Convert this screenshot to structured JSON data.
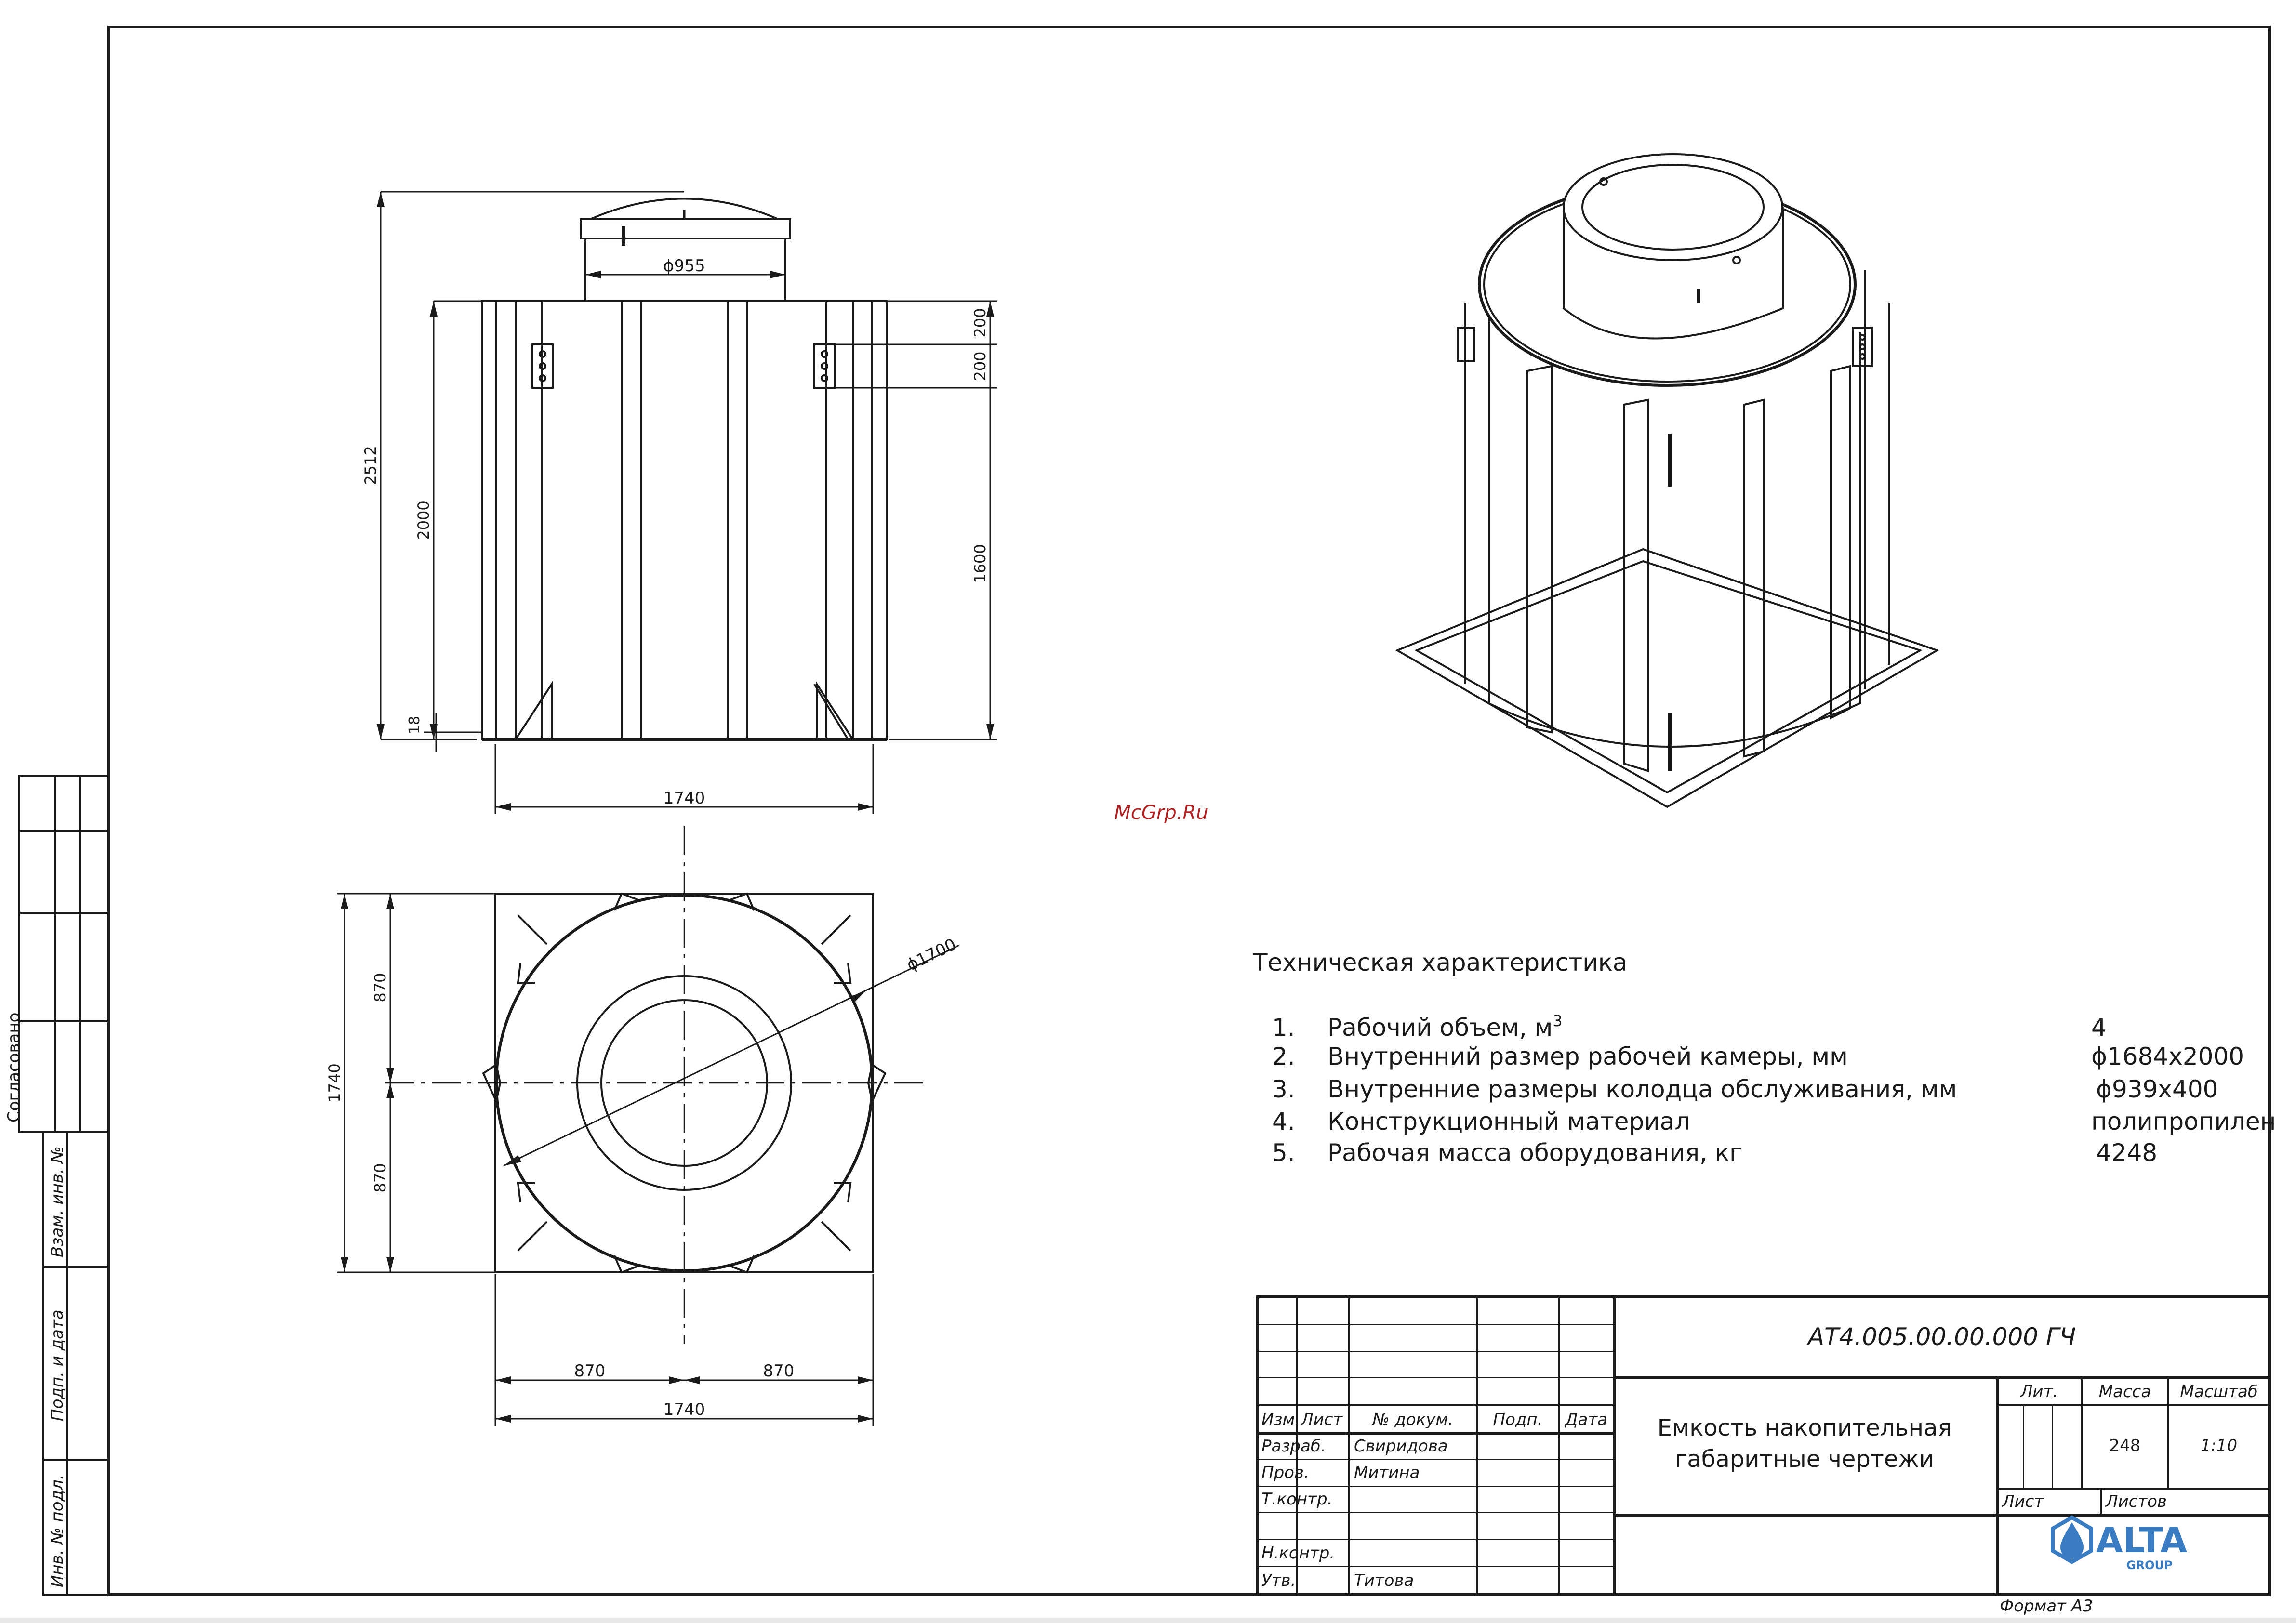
{
  "watermark": "McGrp.Ru",
  "dims": {
    "d955": "ϕ955",
    "h200a": "200",
    "h200b": "200",
    "h2512": "2512",
    "h2000": "2000",
    "h1600": "1600",
    "h18": "18",
    "w1740_side": "1740",
    "d1700": "ϕ1700",
    "v870a": "870",
    "v870b": "870",
    "v1740": "1740",
    "h870a": "870",
    "h870b": "870",
    "h1740_bottom": "1740"
  },
  "specs": {
    "title": "Техническая характеристика",
    "items": [
      {
        "num": "1.",
        "name": "Рабочий объем, м",
        "sup": "3",
        "value": "4"
      },
      {
        "num": "2.",
        "name": "Внутренний размер рабочей камеры, мм",
        "value": "ϕ1684х2000"
      },
      {
        "num": "3.",
        "name": "Внутренние размеры колодца обслуживания, мм",
        "value": "ϕ939х400"
      },
      {
        "num": "4.",
        "name": "Конструкционный материал",
        "value": "полипропилен"
      },
      {
        "num": "5.",
        "name": "Рабочая масса оборудования, кг",
        "value": "4248"
      }
    ]
  },
  "title_block": {
    "doc_code": "АТ4.005.00.00.000 ГЧ",
    "product_line1": "Емкость накопительная",
    "product_line2": "габаритные чертежи",
    "h_izm": "Изм.",
    "h_list": "Лист",
    "h_ndoc": "№ докум.",
    "h_podp": "Подп.",
    "h_data": "Дата",
    "r_razrab": "Разраб.",
    "r_prov": "Пров.",
    "r_tkontr": "Т.контр.",
    "r_nkontr": "Н.контр.",
    "r_utv": "Утв.",
    "n_razrab": "Свиридова",
    "n_prov": "Митина",
    "n_utv": "Титова",
    "lit": "Лит.",
    "massa": "Масса",
    "masshtab": "Масштаб",
    "massa_val": "248",
    "scale_val": "1:10",
    "list_label": "Лист",
    "listov_label": "Листов",
    "format": "Формат А3"
  },
  "logo": {
    "text": "ALTA",
    "sub": "GROUP",
    "color": "#3a7cc2"
  },
  "side_stamp": {
    "vzam": "Взам. инв. №",
    "podp_data": "Подп. и дата",
    "inv_podl": "Инв. № подл.",
    "soglasovano": "Согласовано"
  }
}
